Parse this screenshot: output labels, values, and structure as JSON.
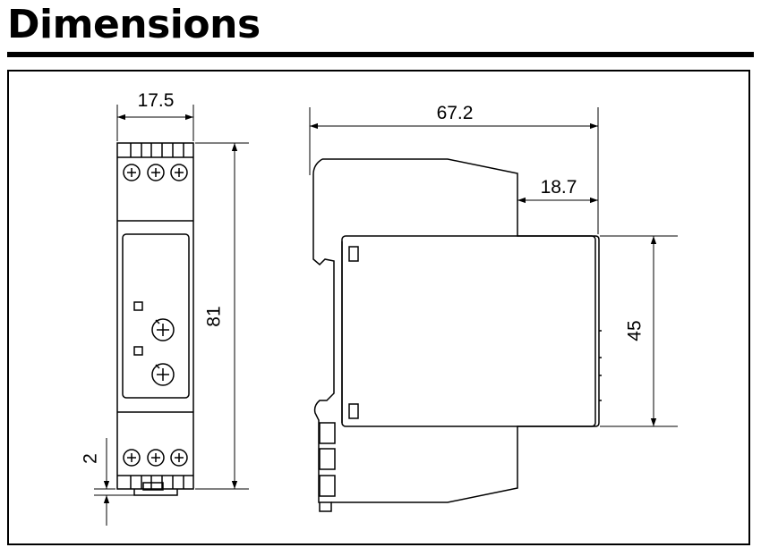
{
  "page": {
    "title": "Dimensions"
  },
  "drawing": {
    "front_view": {
      "width": "17.5",
      "height": "81",
      "din_rail_offset": "2"
    },
    "side_view": {
      "depth": "67.2",
      "front_step": "18.7",
      "front_height": "45"
    }
  }
}
